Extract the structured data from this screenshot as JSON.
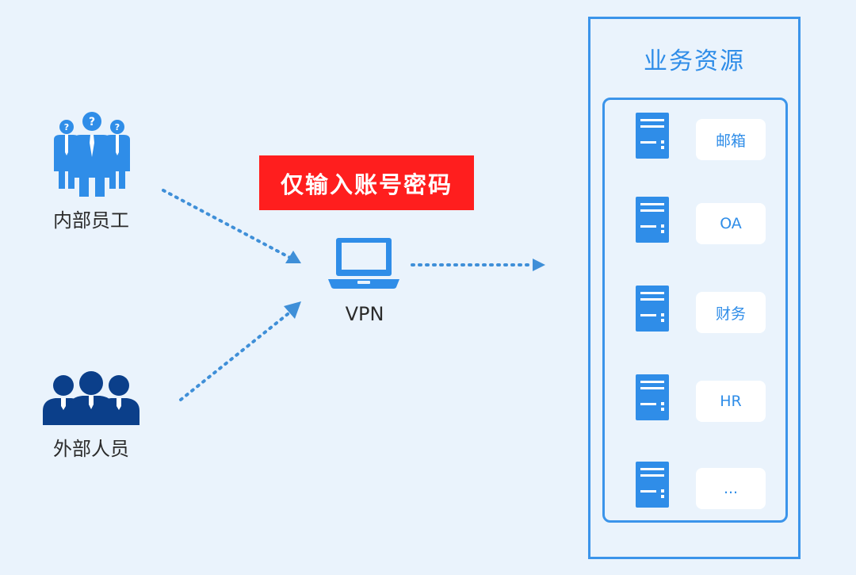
{
  "actors": {
    "internal": {
      "label": "内部员工",
      "icon": "business-people-question-icon"
    },
    "external": {
      "label": "外部人员",
      "icon": "people-group-icon"
    }
  },
  "vpn": {
    "label": "VPN",
    "icon": "laptop-icon"
  },
  "banner": {
    "text": "仅输入账号密码"
  },
  "resources": {
    "title": "业务资源",
    "items": [
      {
        "label": "邮箱",
        "icon": "server-icon"
      },
      {
        "label": "OA",
        "icon": "server-icon"
      },
      {
        "label": "财务",
        "icon": "server-icon"
      },
      {
        "label": "HR",
        "icon": "server-icon"
      },
      {
        "label": "...",
        "icon": "server-icon"
      }
    ]
  },
  "colors": {
    "background": "#eaf3fc",
    "primary_blue": "#2f8de8",
    "panel_border": "#3b94ea",
    "banner_red": "#ff1e1e",
    "dark_people": "#0b3f8a",
    "arrow": "#3f8fd8"
  }
}
